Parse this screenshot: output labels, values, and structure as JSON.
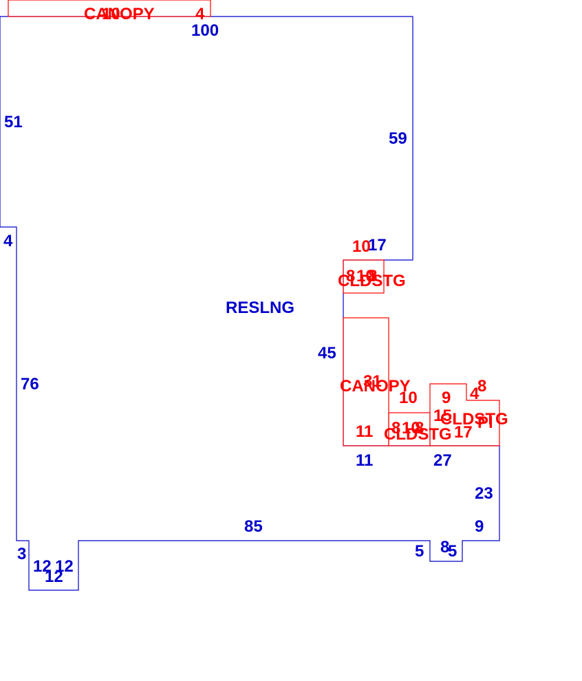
{
  "colors": {
    "main": "#0000cc",
    "sub": "#ff0000",
    "background": "#ffffff"
  },
  "main_area": {
    "label": "RESLNG",
    "dimensions": {
      "top": "100",
      "left_upper": "51",
      "right_upper": "59",
      "step_top": "17",
      "step_left": "4",
      "notch_left": "45",
      "left_lower": "76",
      "bottom": "85",
      "corner_left": "3",
      "bump_left": "12",
      "bump_right": "12",
      "bump_bottom": "12",
      "recess_bottom": "11",
      "right_step_top": "27",
      "right_lower": "23",
      "right_bottom_a": "9",
      "bay_left": "5",
      "bay_side": "8",
      "bay_right": "5"
    }
  },
  "sub_areas": [
    {
      "label": "CANOPY",
      "dims": [
        "10",
        "4"
      ]
    },
    {
      "label": "CLDSTG",
      "dims": [
        "10",
        "8",
        "10",
        "8"
      ]
    },
    {
      "label": "CANOPY",
      "dims": [
        "31",
        "10",
        "11"
      ]
    },
    {
      "label": "CLDSTG",
      "dims": [
        "8",
        "10",
        "8"
      ]
    },
    {
      "label": "CLDSTG",
      "dims": [
        "9",
        "15",
        "4",
        "8",
        "17"
      ]
    },
    {
      "label": "PI",
      "dims": []
    }
  ]
}
